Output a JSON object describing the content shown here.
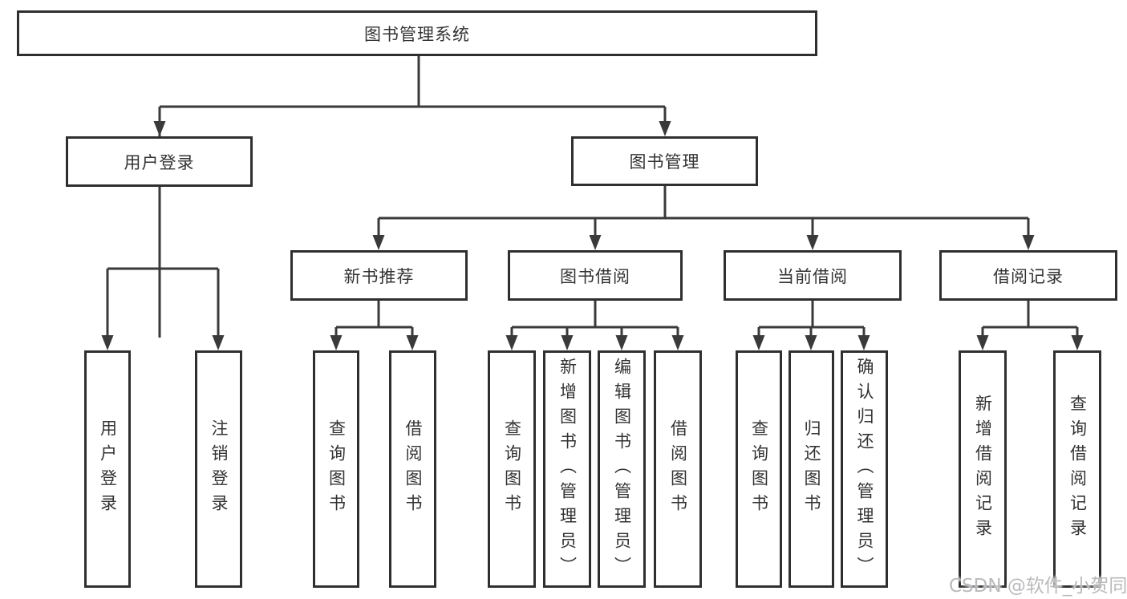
{
  "diagram_title": "图书管理系统",
  "nodes": {
    "root": {
      "label": "图书管理系统"
    },
    "user_login": {
      "label": "用户登录"
    },
    "book_management": {
      "label": "图书管理"
    },
    "new_book_recommend": {
      "label": "新书推荐"
    },
    "book_borrow": {
      "label": "图书借阅"
    },
    "current_borrow": {
      "label": "当前借阅"
    },
    "borrow_record": {
      "label": "借阅记录"
    },
    "leaf_user_login": {
      "label": "用户登录"
    },
    "leaf_logout": {
      "label": "注销登录"
    },
    "leaf_query_book_1": {
      "label": "查询图书"
    },
    "leaf_borrow_book_1": {
      "label": "借阅图书"
    },
    "leaf_query_book_2": {
      "label": "查询图书"
    },
    "leaf_add_book": {
      "label": "新增图书（管理员）"
    },
    "leaf_edit_book": {
      "label": "编辑图书（管理员）"
    },
    "leaf_borrow_book_2": {
      "label": "借阅图书"
    },
    "leaf_query_book_3": {
      "label": "查询图书"
    },
    "leaf_return_book": {
      "label": "归还图书"
    },
    "leaf_confirm_return": {
      "label": "确认归还（管理员）"
    },
    "leaf_add_borrow_record": {
      "label": "新增借阅记录"
    },
    "leaf_query_borrow_record": {
      "label": "查询借阅记录"
    }
  },
  "hierarchy": {
    "图书管理系统": {
      "用户登录": [
        "用户登录",
        "注销登录"
      ],
      "图书管理": {
        "新书推荐": [
          "查询图书",
          "借阅图书"
        ],
        "图书借阅": [
          "查询图书",
          "新增图书（管理员）",
          "编辑图书（管理员）",
          "借阅图书"
        ],
        "当前借阅": [
          "查询图书",
          "归还图书",
          "确认归还（管理员）"
        ],
        "借阅记录": [
          "新增借阅记录",
          "查询借阅记录"
        ]
      }
    }
  },
  "watermark": {
    "text": "CSDN @软件_小贺同学"
  },
  "colors": {
    "background": "#ffffff",
    "box_border": "#2f2f2f",
    "connector_line": "#3a3a3a",
    "text": "#333333",
    "watermark_text": "#b9babc"
  }
}
